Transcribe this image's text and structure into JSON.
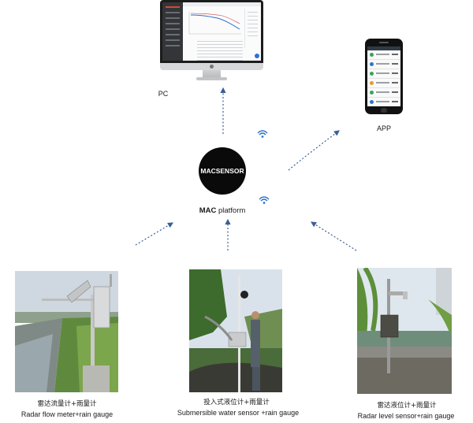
{
  "hub": {
    "name": "MACSENSOR",
    "platform_prefix": "MAC",
    "platform_suffix": " platform"
  },
  "pc": {
    "label": "PC"
  },
  "app": {
    "label": "APP"
  },
  "devices": [
    {
      "label_cn": "雷达流量计+雨量计",
      "label_en": "Radar flow meter+rain gauge"
    },
    {
      "label_cn": "投入式液位计+雨量计",
      "label_en": "Submersible water sensor +rain gauge"
    },
    {
      "label_cn": "雷达液位计+雨量计",
      "label_en": "Radar level sensor+rain gauge"
    }
  ],
  "colors": {
    "arrow": "#3a5f96",
    "wifi": "#2f74c9",
    "hub": "#0a0a0a"
  },
  "icons": [
    "wifi-icon",
    "monitor-icon",
    "smartphone-icon"
  ]
}
